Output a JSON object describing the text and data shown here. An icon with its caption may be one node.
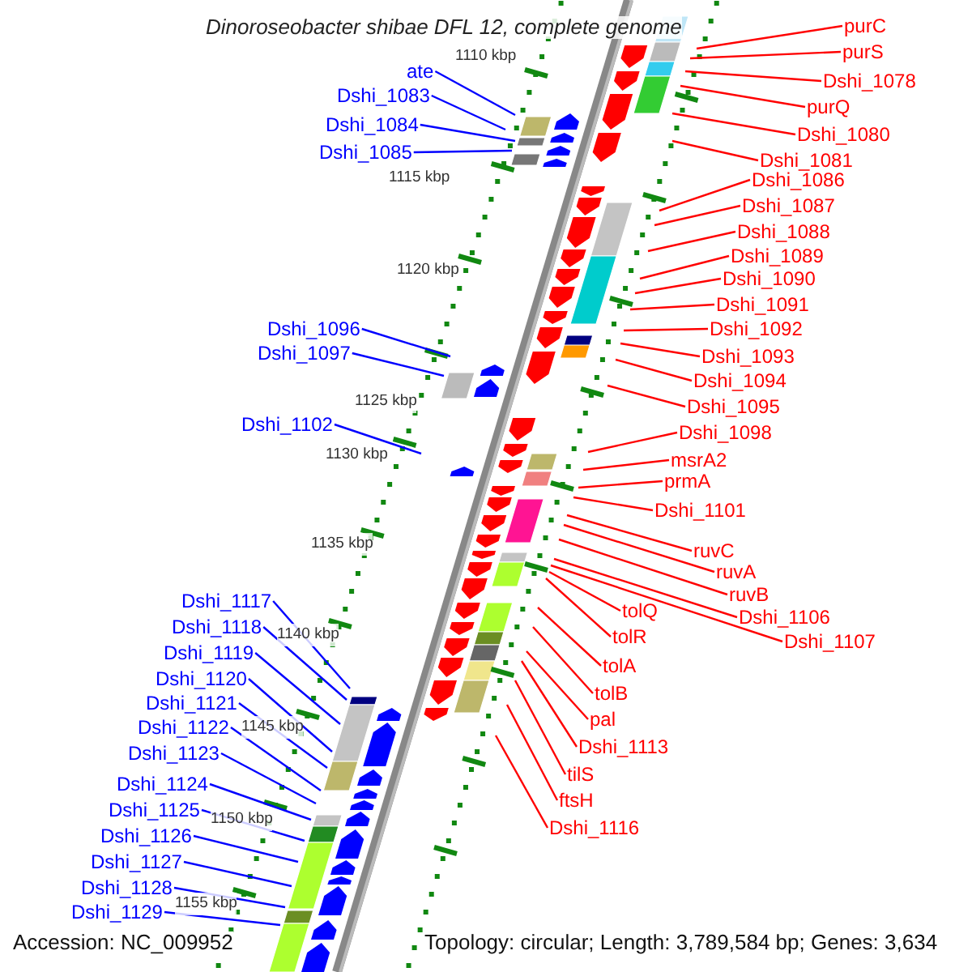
{
  "diagram": {
    "title": "Dinoroseobacter shibae DFL 12, complete genome",
    "nodes": [
      {
        "text": [
          "ate"
        ]
      },
      {
        "text": [
          "Dshi_1083"
        ]
      },
      {
        "text": [
          "Dshi_1084"
        ]
      },
      {
        "text": [
          "Dshi_1085"
        ]
      },
      {
        "text": [
          "Dshi_1096"
        ]
      },
      {
        "text": [
          "Dshi_1097"
        ]
      },
      {
        "text": [
          "Dshi_1102"
        ]
      },
      {
        "text": [
          "Dshi_1117"
        ]
      },
      {
        "text": [
          "Dshi_1118"
        ]
      },
      {
        "text": [
          "Dshi_1119"
        ]
      },
      {
        "text": [
          "Dshi_1120"
        ]
      },
      {
        "text": [
          "Dshi_1121"
        ]
      },
      {
        "text": [
          "Dshi_1122"
        ]
      },
      {
        "text": [
          "Dshi_1123"
        ]
      },
      {
        "text": [
          "Dshi_1124"
        ]
      },
      {
        "text": [
          "Dshi_1125"
        ]
      },
      {
        "text": [
          "Dshi_1126"
        ]
      },
      {
        "text": [
          "Dshi_1127"
        ]
      },
      {
        "text": [
          "Dshi_1128"
        ]
      },
      {
        "text": [
          "Dshi_1129"
        ]
      },
      {
        "text": [
          "purC"
        ]
      },
      {
        "text": [
          "purS"
        ]
      },
      {
        "text": [
          "Dshi_1078"
        ]
      },
      {
        "text": [
          "purQ"
        ]
      },
      {
        "text": [
          "Dshi_1080"
        ]
      },
      {
        "text": [
          "Dshi_1081"
        ]
      },
      {
        "text": [
          "Dshi_1086"
        ]
      },
      {
        "text": [
          "Dshi_1087"
        ]
      },
      {
        "text": [
          "Dshi_1088"
        ]
      },
      {
        "text": [
          "Dshi_1089"
        ]
      },
      {
        "text": [
          "Dshi_1090"
        ]
      },
      {
        "text": [
          "Dshi_1091"
        ]
      },
      {
        "text": [
          "Dshi_1092"
        ]
      },
      {
        "text": [
          "Dshi_1093"
        ]
      },
      {
        "text": [
          "Dshi_1094"
        ]
      },
      {
        "text": [
          "Dshi_1095"
        ]
      },
      {
        "text": [
          "Dshi_1098"
        ]
      },
      {
        "text": [
          "msrA2"
        ]
      },
      {
        "text": [
          "prmA"
        ]
      },
      {
        "text": [
          "Dshi_1101"
        ]
      },
      {
        "text": [
          "ruvC"
        ]
      },
      {
        "text": [
          "ruvA"
        ]
      },
      {
        "text": [
          "ruvB"
        ]
      },
      {
        "text": [
          "Dshi_1106"
        ]
      },
      {
        "text": [
          "Dshi_1107"
        ]
      },
      {
        "text": [
          "tolQ"
        ]
      },
      {
        "text": [
          "tolR"
        ]
      },
      {
        "text": [
          "tolA"
        ]
      },
      {
        "text": [
          "tolB"
        ]
      },
      {
        "text": [
          "pal"
        ]
      },
      {
        "text": [
          "Dshi_1113"
        ]
      },
      {
        "text": [
          "tilS"
        ]
      },
      {
        "text": [
          "ftsH"
        ]
      },
      {
        "text": [
          "Dshi_1116"
        ]
      }
    ],
    "edges": [
      {
        "from": 0,
        "to": null,
        "arrow": "none",
        "color": "#0000ff"
      },
      {
        "from": 1,
        "to": null,
        "arrow": "none",
        "color": "#0000ff"
      },
      {
        "from": 2,
        "to": null,
        "arrow": "none",
        "color": "#0000ff"
      },
      {
        "from": 3,
        "to": null,
        "arrow": "none",
        "color": "#0000ff"
      },
      {
        "from": 4,
        "to": null,
        "arrow": "none",
        "color": "#0000ff"
      },
      {
        "from": 5,
        "to": null,
        "arrow": "none",
        "color": "#0000ff"
      },
      {
        "from": 6,
        "to": null,
        "arrow": "none",
        "color": "#0000ff"
      },
      {
        "from": 7,
        "to": null,
        "arrow": "none",
        "color": "#0000ff"
      },
      {
        "from": 8,
        "to": null,
        "arrow": "none",
        "color": "#0000ff"
      },
      {
        "from": 9,
        "to": null,
        "arrow": "none",
        "color": "#0000ff"
      },
      {
        "from": 10,
        "to": null,
        "arrow": "none",
        "color": "#0000ff"
      },
      {
        "from": 11,
        "to": null,
        "arrow": "none",
        "color": "#0000ff"
      },
      {
        "from": 12,
        "to": null,
        "arrow": "none",
        "color": "#0000ff"
      },
      {
        "from": 13,
        "to": null,
        "arrow": "none",
        "color": "#0000ff"
      },
      {
        "from": 14,
        "to": null,
        "arrow": "none",
        "color": "#0000ff"
      },
      {
        "from": 15,
        "to": null,
        "arrow": "none",
        "color": "#0000ff"
      },
      {
        "from": 16,
        "to": null,
        "arrow": "none",
        "color": "#0000ff"
      },
      {
        "from": 17,
        "to": null,
        "arrow": "none",
        "color": "#0000ff"
      },
      {
        "from": 18,
        "to": null,
        "arrow": "none",
        "color": "#0000ff"
      },
      {
        "from": 19,
        "to": null,
        "arrow": "none",
        "color": "#0000ff"
      },
      {
        "from": 20,
        "to": null,
        "arrow": "none"
      },
      {
        "from": 21,
        "to": null,
        "arrow": "none"
      },
      {
        "from": 22,
        "to": null,
        "arrow": "none"
      },
      {
        "from": 23,
        "to": null,
        "arrow": "none"
      },
      {
        "from": 24,
        "to": null,
        "arrow": "none"
      },
      {
        "from": 25,
        "to": null,
        "arrow": "none"
      },
      {
        "from": 26,
        "to": null,
        "arrow": "none"
      },
      {
        "from": 27,
        "to": null,
        "arrow": "none"
      },
      {
        "from": 28,
        "to": null,
        "arrow": "none"
      },
      {
        "from": 29,
        "to": null,
        "arrow": "none"
      },
      {
        "from": 30,
        "to": null,
        "arrow": "none"
      },
      {
        "from": 31,
        "to": null,
        "arrow": "none"
      },
      {
        "from": 32,
        "to": null,
        "arrow": "none"
      },
      {
        "from": 33,
        "to": null,
        "arrow": "none"
      },
      {
        "from": 34,
        "to": null,
        "arrow": "none"
      },
      {
        "from": 35,
        "to": null,
        "arrow": "none"
      },
      {
        "from": 36,
        "to": null,
        "arrow": "none"
      },
      {
        "from": 37,
        "to": null,
        "arrow": "none"
      },
      {
        "from": 38,
        "to": null,
        "arrow": "none"
      },
      {
        "from": 39,
        "to": null,
        "arrow": "none"
      },
      {
        "from": 40,
        "to": null,
        "arrow": "none"
      },
      {
        "from": 41,
        "to": null,
        "arrow": "none"
      },
      {
        "from": 42,
        "to": null,
        "arrow": "none"
      },
      {
        "from": 43,
        "to": null,
        "arrow": "none"
      },
      {
        "from": 44,
        "to": null,
        "arrow": "none"
      },
      {
        "from": 45,
        "to": null,
        "arrow": "none"
      },
      {
        "from": 46,
        "to": null,
        "arrow": "none"
      },
      {
        "from": 47,
        "to": null,
        "arrow": "none"
      },
      {
        "from": 48,
        "to": null,
        "arrow": "none"
      },
      {
        "from": 49,
        "to": null,
        "arrow": "none"
      },
      {
        "from": 50,
        "to": null,
        "arrow": "none"
      },
      {
        "from": 51,
        "to": null,
        "arrow": "none"
      },
      {
        "from": 52,
        "to": null,
        "arrow": "none"
      },
      {
        "from": 53,
        "to": null,
        "arrow": "none"
      }
    ],
    "labels": [
      "1110 kbp",
      "1115 kbp",
      "1120 kbp",
      "1125 kbp",
      "1130 kbp",
      "1135 kbp",
      "1140 kbp",
      "1145 kbp",
      "1150 kbp",
      "1155 kbp",
      "Accession: NC_009952",
      "Topology: circular; Length: 3,789,584 bp; Genes: 3,634"
    ]
  }
}
